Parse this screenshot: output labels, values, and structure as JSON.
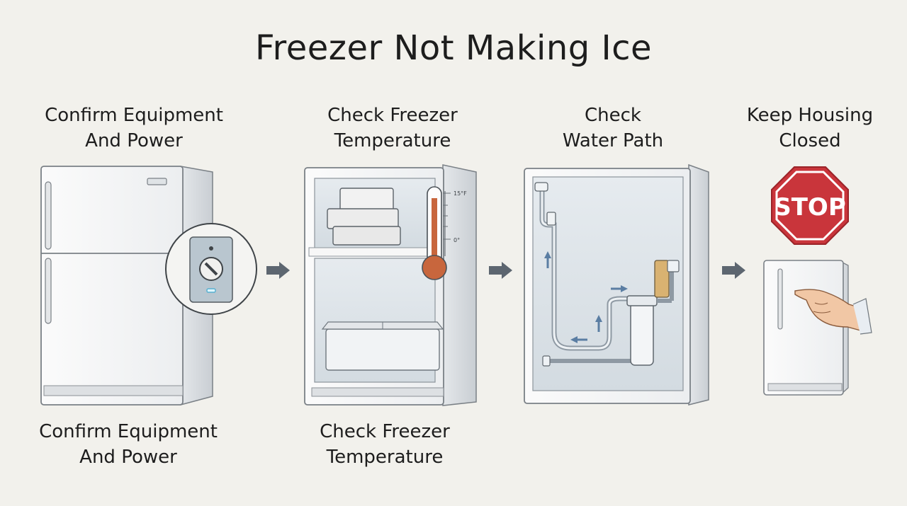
{
  "title": "Freezer Not Making Ice",
  "steps": [
    {
      "line1": "Confirm Equipment",
      "line2": "And Power",
      "icon": "refrigerator-with-dial-icon"
    },
    {
      "line1": "Check Freezer",
      "line2": "Temperature",
      "icon": "open-freezer-thermometer-icon"
    },
    {
      "line1": "Check",
      "line2": "Water Path",
      "icon": "water-line-filter-icon"
    },
    {
      "line1": "Keep Housing",
      "line2": "Closed",
      "icon": "stop-sign-closed-fridge-icon"
    }
  ],
  "bottom_labels": [
    {
      "line1": "Confirm Equipment",
      "line2": "And Power"
    },
    {
      "line1": "Check Freezer",
      "line2": "Temperature"
    }
  ],
  "thermometer": {
    "top_mark": "15°F",
    "bottom_mark": "0°"
  },
  "stop_sign": {
    "text": "STOP"
  },
  "colors": {
    "background": "#f2f1ec",
    "stop_red": "#c9353b",
    "thermo_red": "#c8663d",
    "arrow": "#5d6670"
  }
}
